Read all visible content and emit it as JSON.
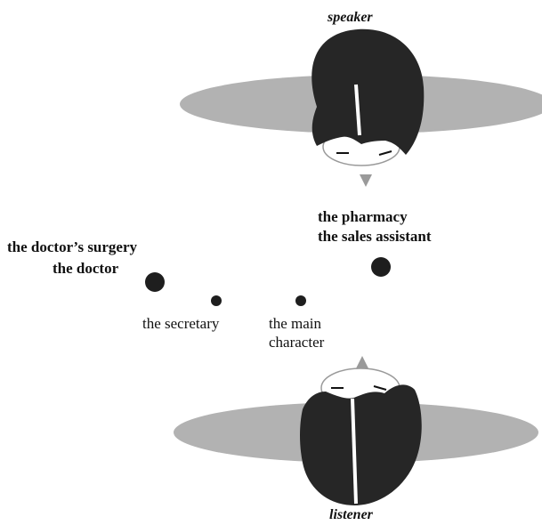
{
  "diagram": {
    "speaker_label": "speaker",
    "listener_label": "listener",
    "pharmacy_line1": "the pharmacy",
    "pharmacy_line2": "the sales assistant",
    "surgery_line1": "the doctor’s surgery",
    "surgery_line2": "the doctor",
    "secretary_label": "the secretary",
    "main_line1": "the main",
    "main_line2": "character"
  },
  "colors": {
    "hair": "#262626",
    "disc": "#b2b2b2",
    "dot": "#1e1e1e",
    "text": "#111111"
  }
}
